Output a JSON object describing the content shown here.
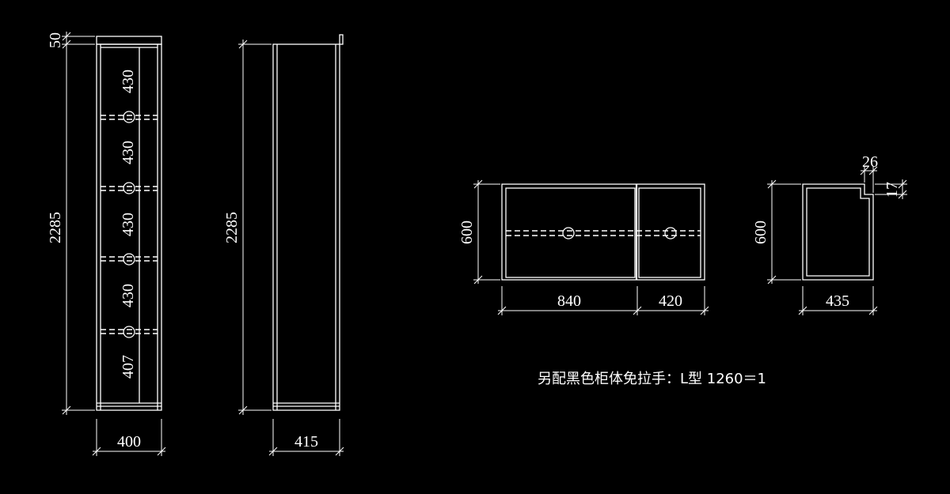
{
  "tall_cabinet_front": {
    "overall_height": "2285",
    "top_gap": "50",
    "shelf_1": "430",
    "shelf_2": "430",
    "shelf_3": "430",
    "shelf_4": "430",
    "shelf_5": "407",
    "width": "400"
  },
  "tall_cabinet_side": {
    "overall_height": "2285",
    "depth": "415"
  },
  "low_cabinet_front": {
    "height": "600",
    "left_width": "840",
    "right_width": "420"
  },
  "low_cabinet_side": {
    "height": "600",
    "depth": "435",
    "notch_width": "26",
    "notch_depth": "17"
  },
  "note": "另配黑色柜体免拉手：L型 1260＝1"
}
